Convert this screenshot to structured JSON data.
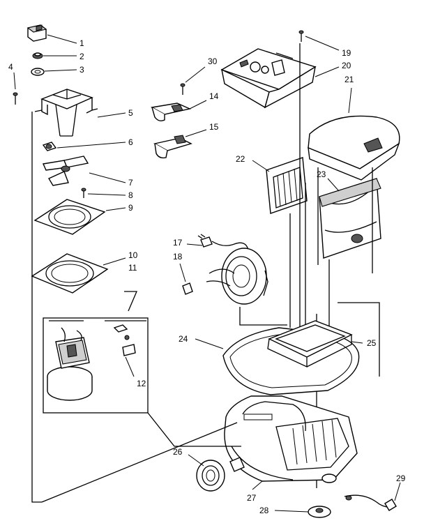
{
  "callouts": [
    {
      "id": "1",
      "text": "1"
    },
    {
      "id": "2",
      "text": "2"
    },
    {
      "id": "3",
      "text": "3"
    },
    {
      "id": "4",
      "text": "4"
    },
    {
      "id": "5",
      "text": "5"
    },
    {
      "id": "6",
      "text": "6"
    },
    {
      "id": "7",
      "text": "7"
    },
    {
      "id": "8",
      "text": "8"
    },
    {
      "id": "9",
      "text": "9"
    },
    {
      "id": "10",
      "text": "10"
    },
    {
      "id": "11",
      "text": "11"
    },
    {
      "id": "12",
      "text": "12"
    },
    {
      "id": "14",
      "text": "14"
    },
    {
      "id": "15",
      "text": "15"
    },
    {
      "id": "17",
      "text": "17"
    },
    {
      "id": "18",
      "text": "18"
    },
    {
      "id": "19",
      "text": "19"
    },
    {
      "id": "20",
      "text": "20"
    },
    {
      "id": "21",
      "text": "21"
    },
    {
      "id": "22",
      "text": "22"
    },
    {
      "id": "23",
      "text": "23"
    },
    {
      "id": "24",
      "text": "24"
    },
    {
      "id": "25",
      "text": "25"
    },
    {
      "id": "26",
      "text": "26"
    },
    {
      "id": "27",
      "text": "27"
    },
    {
      "id": "28",
      "text": "28"
    },
    {
      "id": "29",
      "text": "29"
    },
    {
      "id": "30",
      "text": "30"
    }
  ]
}
